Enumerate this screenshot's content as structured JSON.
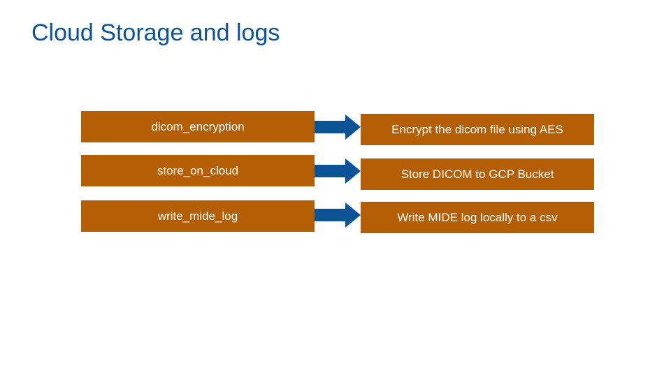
{
  "title": "Cloud Storage and logs",
  "colors": {
    "title": "#0b5394",
    "box_fill": "#b45f06",
    "box_text": "#ffffff",
    "arrow": "#0b5394"
  },
  "rows": [
    {
      "function": "dicom_encryption",
      "description": "Encrypt the dicom file using AES",
      "arrow_icon": "right-arrow"
    },
    {
      "function": "store_on_cloud",
      "description": "Store DICOM to GCP Bucket",
      "arrow_icon": "right-arrow"
    },
    {
      "function": "write_mide_log",
      "description": "Write MIDE log locally to a csv",
      "arrow_icon": "right-arrow"
    }
  ]
}
